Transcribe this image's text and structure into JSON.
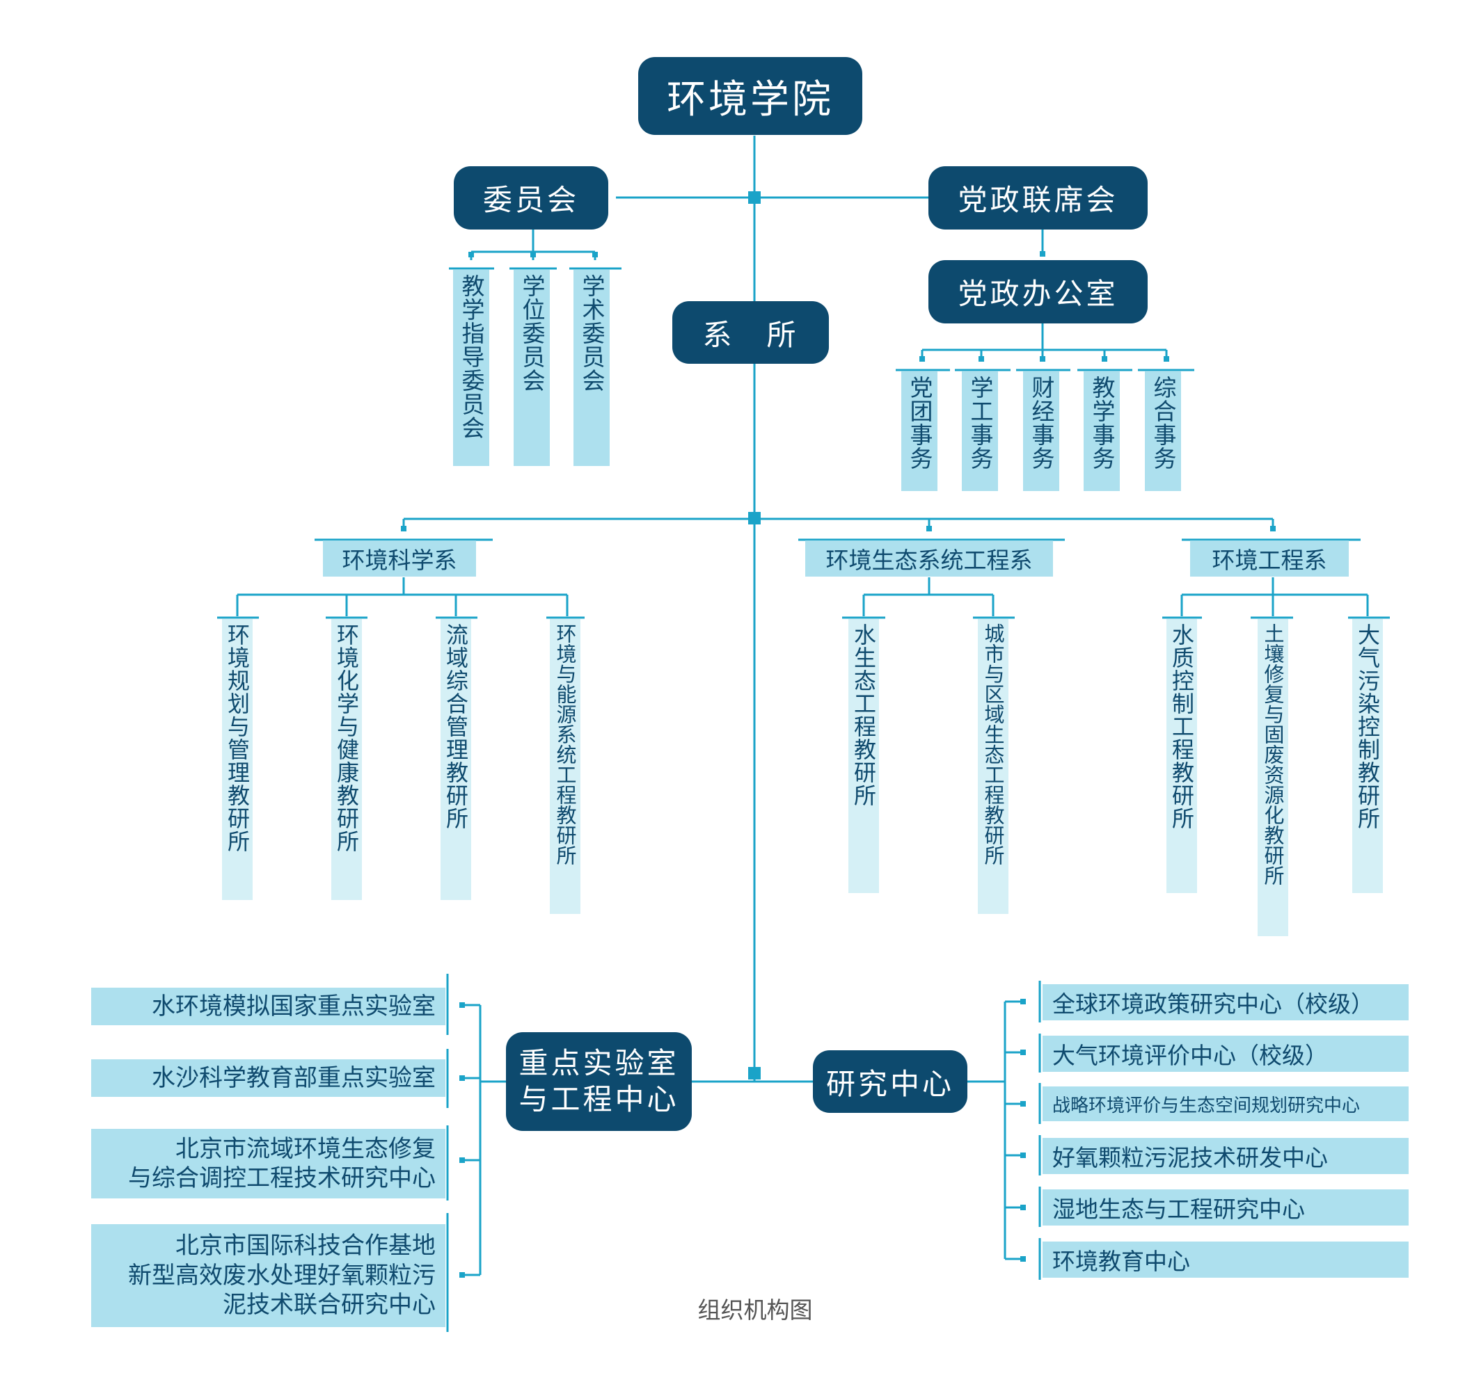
{
  "root": {
    "label": "环境学院"
  },
  "committee": {
    "label": "委员会",
    "children": [
      "教学指导委员会",
      "学位委员会",
      "学术委员会"
    ]
  },
  "party_joint": {
    "label": "党政联席会"
  },
  "party_office": {
    "label": "党政办公室",
    "children": [
      "党团事务",
      "学工事务",
      "财经事务",
      "教学事务",
      "综合事务"
    ]
  },
  "departments": {
    "label": "系　所",
    "items": [
      {
        "label": "环境科学系",
        "institutes": [
          "环境规划与管理教研所",
          "环境化学与健康教研所",
          "流域综合管理教研所",
          "环境与能源系统工程教研所"
        ]
      },
      {
        "label": "环境生态系统工程系",
        "institutes": [
          "水生态工程教研所",
          "城市与区域生态工程教研所"
        ]
      },
      {
        "label": "环境工程系",
        "institutes": [
          "水质控制工程教研所",
          "土壤修复与固废资源化教研所",
          "大气污染控制教研所"
        ]
      }
    ]
  },
  "labs": {
    "label_line1": "重点实验室",
    "label_line2": "与工程中心",
    "items": [
      {
        "lines": [
          "水环境模拟国家重点实验室"
        ]
      },
      {
        "lines": [
          "水沙科学教育部重点实验室"
        ]
      },
      {
        "lines": [
          "北京市流域环境生态修复",
          "与综合调控工程技术研究中心"
        ]
      },
      {
        "lines": [
          "北京市国际科技合作基地",
          "新型高效废水处理好氧颗粒污",
          "泥技术联合研究中心"
        ]
      }
    ]
  },
  "research": {
    "label": "研究中心",
    "items": [
      "全球环境政策研究中心（校级）",
      "大气环境评价中心（校级）",
      "战略环境评价与生态空间规划研究中心",
      "好氧颗粒污泥技术研发中心",
      "湿地生态与工程研究中心",
      "环境教育中心"
    ]
  },
  "caption": "组织机构图",
  "colors": {
    "dark": "#0d4a6e",
    "light": "#ade0ee",
    "pale": "#d5f0f6",
    "line": "#1aa3c8"
  }
}
